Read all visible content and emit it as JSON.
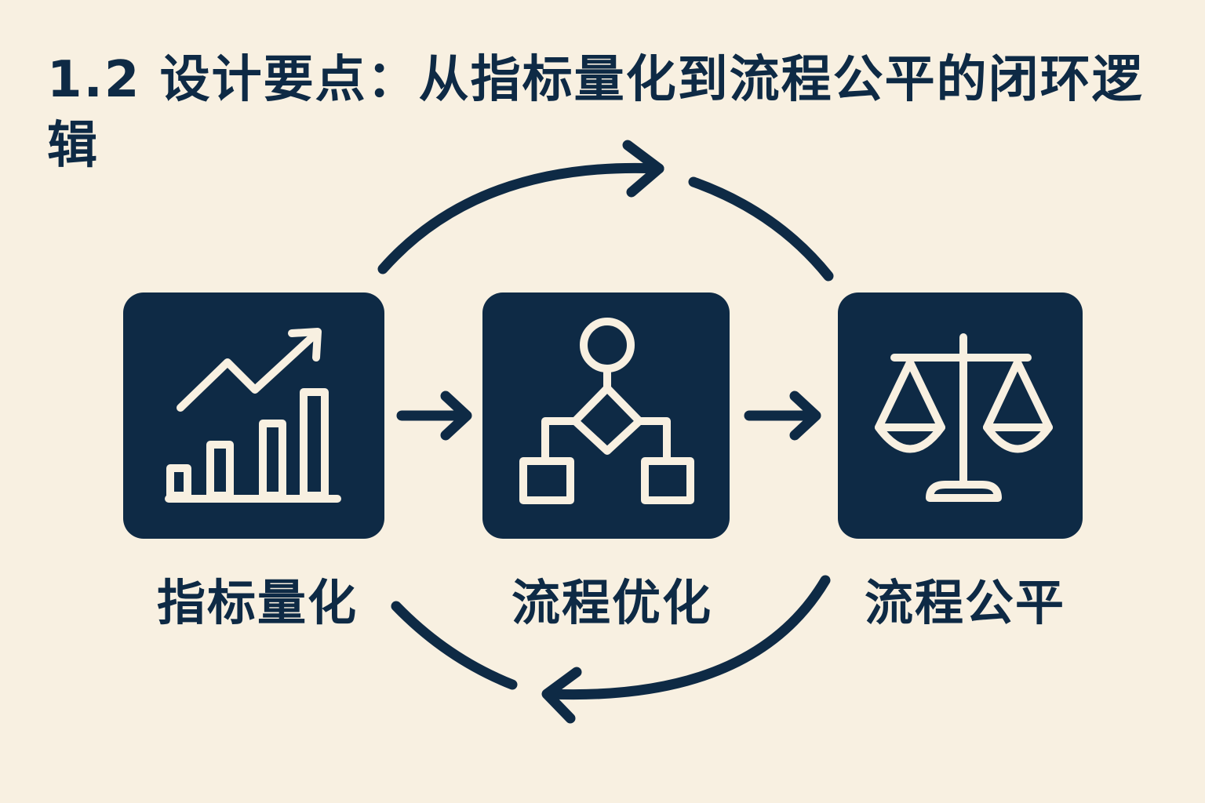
{
  "title": "1.2 设计要点：从指标量化到流程公平的闭环逻辑",
  "colors": {
    "background": "#f8f0e1",
    "primary": "#0e2a45",
    "icon_stroke": "#f8f0e1"
  },
  "steps": [
    {
      "label": "指标量化",
      "icon": "chart-growth-icon"
    },
    {
      "label": "流程优化",
      "icon": "flowchart-icon"
    },
    {
      "label": "流程公平",
      "icon": "balance-scale-icon"
    }
  ]
}
